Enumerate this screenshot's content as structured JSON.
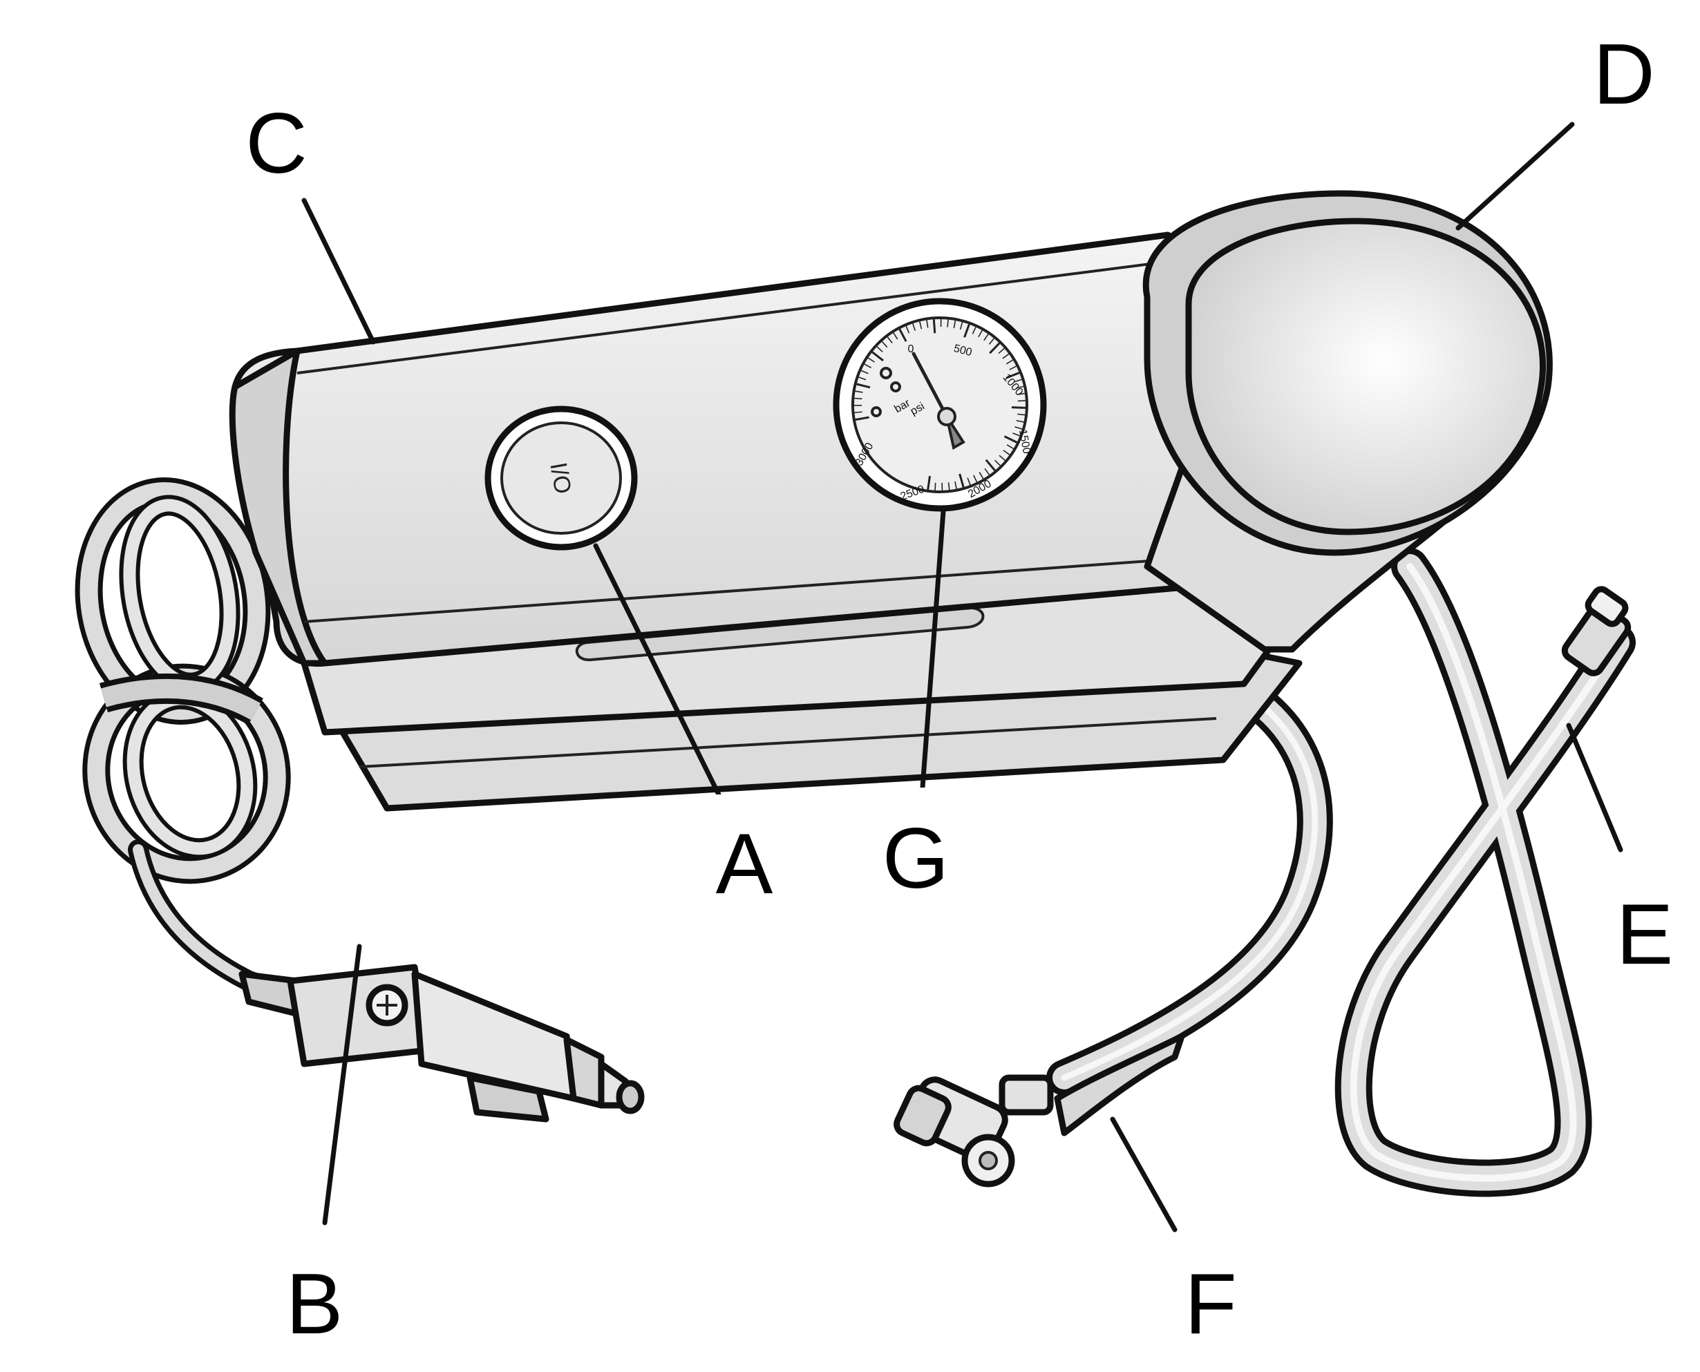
{
  "callouts": {
    "A": "A",
    "B": "B",
    "C": "C",
    "D": "D",
    "E": "E",
    "F": "F",
    "G": "G"
  },
  "switch_label": "I/O",
  "gauge": {
    "scale_labels": [
      "0",
      "500",
      "1000",
      "1500",
      "2000",
      "2500",
      "3000"
    ],
    "unit_bar": "bar",
    "unit_psi": "psi"
  },
  "colors": {
    "outline": "#111111",
    "body_fill": "#e9e9e9",
    "shade": "#c9c9c9"
  }
}
